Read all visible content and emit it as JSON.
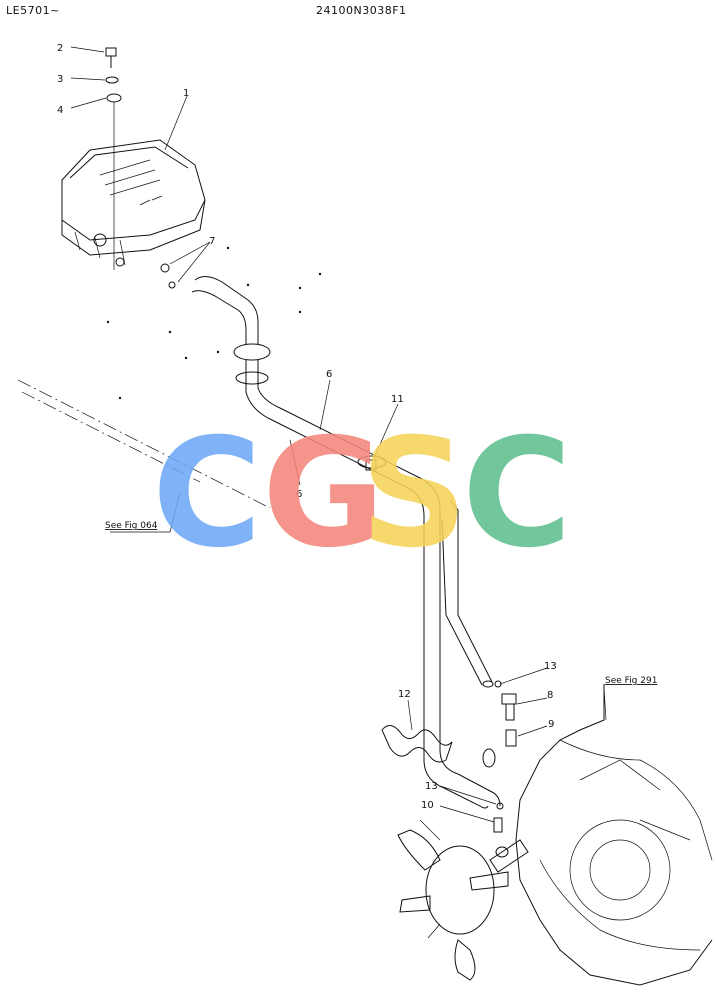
{
  "header": {
    "left_code": "LE5701~",
    "center_code": "24100N3038F1"
  },
  "callouts": {
    "c1": "1",
    "c2": "2",
    "c3": "3",
    "c4": "4",
    "c6a": "6",
    "c6b": "6",
    "c7": "7",
    "c8": "8",
    "c9": "9",
    "c10": "10",
    "c11": "11",
    "c12": "12",
    "c13a": "13",
    "c13b": "13"
  },
  "references": {
    "fig064": "See Fig 064",
    "fig291": "See Fig 291"
  },
  "watermark": {
    "text": "CGSC",
    "letters": [
      "C",
      "G",
      "S",
      "C"
    ],
    "colors": [
      "#6ea8f7",
      "#f3867c",
      "#f7d35a",
      "#5fbf8e"
    ]
  }
}
